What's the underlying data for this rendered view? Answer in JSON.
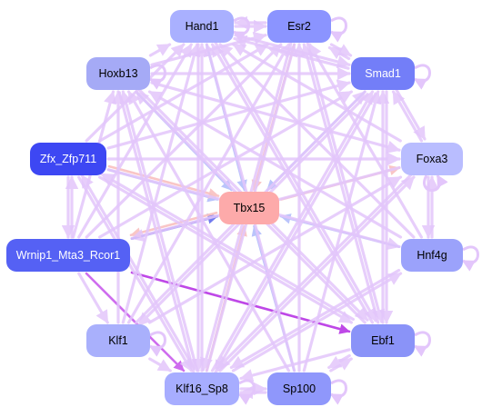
{
  "nodes": [
    {
      "id": "hand1",
      "label": "Hand1",
      "fill": "#a9b0ff",
      "text": "#000000"
    },
    {
      "id": "esr2",
      "label": "Esr2",
      "fill": "#8b94ff",
      "text": "#000000"
    },
    {
      "id": "hoxb13",
      "label": "Hoxb13",
      "fill": "#a5aaf6",
      "text": "#000000"
    },
    {
      "id": "smad1",
      "label": "Smad1",
      "fill": "#737ef8",
      "text": "#ffffff"
    },
    {
      "id": "zfx",
      "label": "Zfx_Zfp711",
      "fill": "#3d47f3",
      "text": "#ffffff"
    },
    {
      "id": "foxa3",
      "label": "Foxa3",
      "fill": "#b9bdff",
      "text": "#000000"
    },
    {
      "id": "tbx15",
      "label": "Tbx15",
      "fill": "#fdaaaa",
      "text": "#000000"
    },
    {
      "id": "wrnip1",
      "label": "Wrnip1_Mta3_Rcor1",
      "fill": "#5561f4",
      "text": "#ffffff"
    },
    {
      "id": "hnf4g",
      "label": "Hnf4g",
      "fill": "#9ba2fb",
      "text": "#000000"
    },
    {
      "id": "klf1",
      "label": "Klf1",
      "fill": "#a9b0fc",
      "text": "#000000"
    },
    {
      "id": "ebf1",
      "label": "Ebf1",
      "fill": "#8a93f8",
      "text": "#000000"
    },
    {
      "id": "klf16",
      "label": "Klf16_Sp8",
      "fill": "#a7adff",
      "text": "#000000"
    },
    {
      "id": "sp100",
      "label": "Sp100",
      "fill": "#8f97fb",
      "text": "#000000"
    }
  ],
  "edges": [
    {
      "from": "hand1",
      "to": "tbx15",
      "color": "#b7c1fb"
    },
    {
      "from": "esr2",
      "to": "tbx15",
      "color": "#f9c3c3"
    },
    {
      "from": "hoxb13",
      "to": "tbx15",
      "color": "#b7c1fb"
    },
    {
      "from": "smad1",
      "to": "tbx15",
      "color": "#b7c1fb"
    },
    {
      "from": "zfx",
      "to": "tbx15",
      "color": "#b7c1fb"
    },
    {
      "from": "zfx",
      "to": "tbx15",
      "color": "#f9c3c3"
    },
    {
      "from": "wrnip1",
      "to": "tbx15",
      "color": "#6b74ee"
    },
    {
      "from": "hnf4g",
      "to": "tbx15",
      "color": "#b7c1fb"
    },
    {
      "from": "klf16",
      "to": "tbx15",
      "color": "#f9c3c3"
    },
    {
      "from": "sp100",
      "to": "tbx15",
      "color": "#b7c1fb"
    },
    {
      "from": "tbx15",
      "to": "foxa3",
      "color": "#f9c3c3"
    },
    {
      "from": "tbx15",
      "to": "wrnip1",
      "color": "#f9c3c3"
    },
    {
      "from": "wrnip1",
      "to": "ebf1",
      "color": "#bb3fe6"
    },
    {
      "from": "wrnip1",
      "to": "klf16",
      "color": "#cc66ee"
    },
    {
      "from": "hand1",
      "to": "esr2",
      "color": "#e3c6fb"
    },
    {
      "from": "esr2",
      "to": "hand1",
      "color": "#e3c6fb"
    },
    {
      "from": "hand1",
      "to": "smad1",
      "color": "#e3c6fb"
    },
    {
      "from": "smad1",
      "to": "hand1",
      "color": "#e3c6fb"
    },
    {
      "from": "esr2",
      "to": "smad1",
      "color": "#e3c6fb"
    },
    {
      "from": "smad1",
      "to": "esr2",
      "color": "#e3c6fb"
    },
    {
      "from": "hoxb13",
      "to": "hand1",
      "color": "#e3c6fb"
    },
    {
      "from": "hoxb13",
      "to": "esr2",
      "color": "#e3c6fb"
    },
    {
      "from": "hoxb13",
      "to": "smad1",
      "color": "#e3c6fb"
    },
    {
      "from": "zfx",
      "to": "wrnip1",
      "color": "#e3c6fb"
    },
    {
      "from": "wrnip1",
      "to": "zfx",
      "color": "#e3c6fb"
    },
    {
      "from": "zfx",
      "to": "hand1",
      "color": "#e3c6fb"
    },
    {
      "from": "zfx",
      "to": "esr2",
      "color": "#e3c6fb"
    },
    {
      "from": "zfx",
      "to": "smad1",
      "color": "#e3c6fb"
    },
    {
      "from": "zfx",
      "to": "foxa3",
      "color": "#e3c6fb"
    },
    {
      "from": "zfx",
      "to": "hnf4g",
      "color": "#e3c6fb"
    },
    {
      "from": "zfx",
      "to": "ebf1",
      "color": "#e3c6fb"
    },
    {
      "from": "zfx",
      "to": "klf16",
      "color": "#e3c6fb"
    },
    {
      "from": "wrnip1",
      "to": "hand1",
      "color": "#e3c6fb"
    },
    {
      "from": "wrnip1",
      "to": "esr2",
      "color": "#e3c6fb"
    },
    {
      "from": "wrnip1",
      "to": "smad1",
      "color": "#e3c6fb"
    },
    {
      "from": "wrnip1",
      "to": "hoxb13",
      "color": "#e3c6fb"
    },
    {
      "from": "wrnip1",
      "to": "klf1",
      "color": "#e3c6fb"
    },
    {
      "from": "klf1",
      "to": "hand1",
      "color": "#e3c6fb"
    },
    {
      "from": "klf1",
      "to": "esr2",
      "color": "#e3c6fb"
    },
    {
      "from": "klf1",
      "to": "smad1",
      "color": "#e3c6fb"
    },
    {
      "from": "klf1",
      "to": "hoxb13",
      "color": "#e3c6fb"
    },
    {
      "from": "klf1",
      "to": "klf16",
      "color": "#e3c6fb"
    },
    {
      "from": "klf1",
      "to": "foxa3",
      "color": "#e3c6fb"
    },
    {
      "from": "klf16",
      "to": "hand1",
      "color": "#e3c6fb"
    },
    {
      "from": "klf16",
      "to": "esr2",
      "color": "#e3c6fb"
    },
    {
      "from": "klf16",
      "to": "smad1",
      "color": "#e3c6fb"
    },
    {
      "from": "klf16",
      "to": "hoxb13",
      "color": "#e3c6fb"
    },
    {
      "from": "klf16",
      "to": "zfx",
      "color": "#e3c6fb"
    },
    {
      "from": "klf16",
      "to": "foxa3",
      "color": "#e3c6fb"
    },
    {
      "from": "klf16",
      "to": "hnf4g",
      "color": "#e3c6fb"
    },
    {
      "from": "klf16",
      "to": "sp100",
      "color": "#e3c6fb"
    },
    {
      "from": "sp100",
      "to": "hand1",
      "color": "#e3c6fb"
    },
    {
      "from": "sp100",
      "to": "esr2",
      "color": "#e3c6fb"
    },
    {
      "from": "sp100",
      "to": "smad1",
      "color": "#e3c6fb"
    },
    {
      "from": "sp100",
      "to": "hoxb13",
      "color": "#e3c6fb"
    },
    {
      "from": "sp100",
      "to": "klf16",
      "color": "#e3c6fb"
    },
    {
      "from": "sp100",
      "to": "ebf1",
      "color": "#e3c6fb"
    },
    {
      "from": "ebf1",
      "to": "hand1",
      "color": "#e3c6fb"
    },
    {
      "from": "ebf1",
      "to": "esr2",
      "color": "#e3c6fb"
    },
    {
      "from": "ebf1",
      "to": "smad1",
      "color": "#e3c6fb"
    },
    {
      "from": "ebf1",
      "to": "hoxb13",
      "color": "#e3c6fb"
    },
    {
      "from": "ebf1",
      "to": "zfx",
      "color": "#e3c6fb"
    },
    {
      "from": "ebf1",
      "to": "klf16",
      "color": "#e3c6fb"
    },
    {
      "from": "ebf1",
      "to": "sp100",
      "color": "#e3c6fb"
    },
    {
      "from": "hnf4g",
      "to": "hand1",
      "color": "#e3c6fb"
    },
    {
      "from": "hnf4g",
      "to": "esr2",
      "color": "#e3c6fb"
    },
    {
      "from": "hnf4g",
      "to": "hoxb13",
      "color": "#e3c6fb"
    },
    {
      "from": "hnf4g",
      "to": "klf16",
      "color": "#e3c6fb"
    },
    {
      "from": "hnf4g",
      "to": "foxa3",
      "color": "#e3c6fb"
    },
    {
      "from": "foxa3",
      "to": "hnf4g",
      "color": "#e3c6fb"
    },
    {
      "from": "foxa3",
      "to": "hand1",
      "color": "#e3c6fb"
    },
    {
      "from": "foxa3",
      "to": "smad1",
      "color": "#e3c6fb"
    },
    {
      "from": "foxa3",
      "to": "wrnip1",
      "color": "#e3c6fb"
    },
    {
      "from": "foxa3",
      "to": "klf16",
      "color": "#e3c6fb"
    },
    {
      "from": "smad1",
      "to": "klf16",
      "color": "#e3c6fb"
    },
    {
      "from": "smad1",
      "to": "ebf1",
      "color": "#e3c6fb"
    },
    {
      "from": "smad1",
      "to": "klf1",
      "color": "#e3c6fb"
    },
    {
      "from": "smad1",
      "to": "foxa3",
      "color": "#e3c6fb"
    },
    {
      "from": "esr2",
      "to": "klf16",
      "color": "#e3c6fb"
    },
    {
      "from": "esr2",
      "to": "ebf1",
      "color": "#e3c6fb"
    },
    {
      "from": "hand1",
      "to": "klf16",
      "color": "#e3c6fb"
    },
    {
      "from": "hand1",
      "to": "ebf1",
      "color": "#e3c6fb"
    },
    {
      "from": "hoxb13",
      "to": "ebf1",
      "color": "#e3c6fb"
    },
    {
      "from": "hoxb13",
      "to": "klf16",
      "color": "#e3c6fb"
    },
    {
      "from": "hoxb13",
      "to": "foxa3",
      "color": "#e3c6fb"
    }
  ],
  "self_loops": [
    "hand1",
    "esr2",
    "hoxb13",
    "smad1",
    "foxa3",
    "hnf4g",
    "klf1",
    "ebf1",
    "klf16",
    "sp100"
  ]
}
